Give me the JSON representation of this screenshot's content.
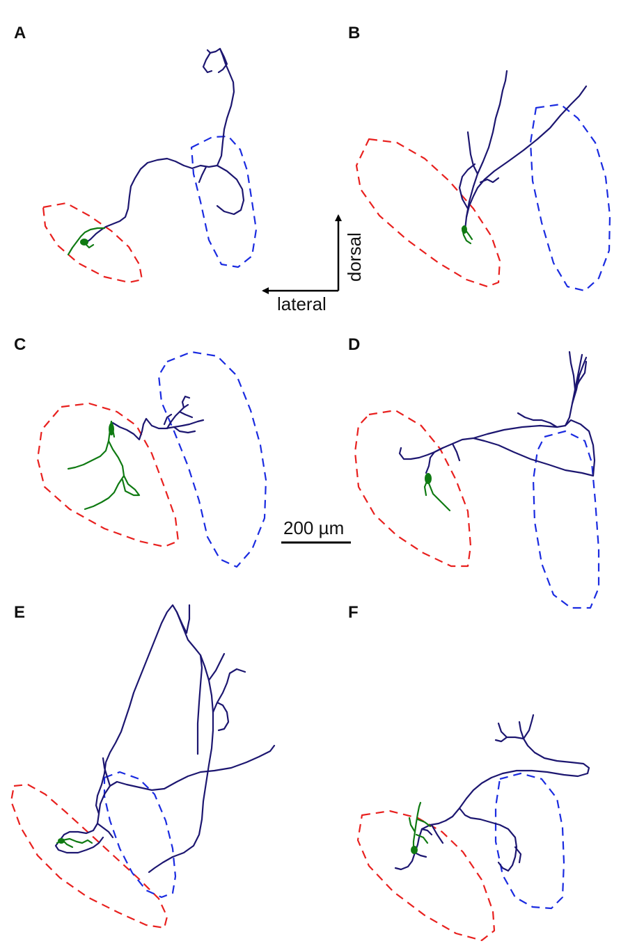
{
  "panels": [
    "A",
    "B",
    "C",
    "D",
    "E",
    "F"
  ],
  "orientation": {
    "vertical_label": "dorsal",
    "horizontal_label": "lateral"
  },
  "scale_bar": {
    "label": "200 µm"
  },
  "colors": {
    "red_region": "#e8201e",
    "blue_region": "#1a2be0",
    "axon": "#1c1670",
    "soma_dendrites": "#0f7a12",
    "arrows": "#000000"
  }
}
